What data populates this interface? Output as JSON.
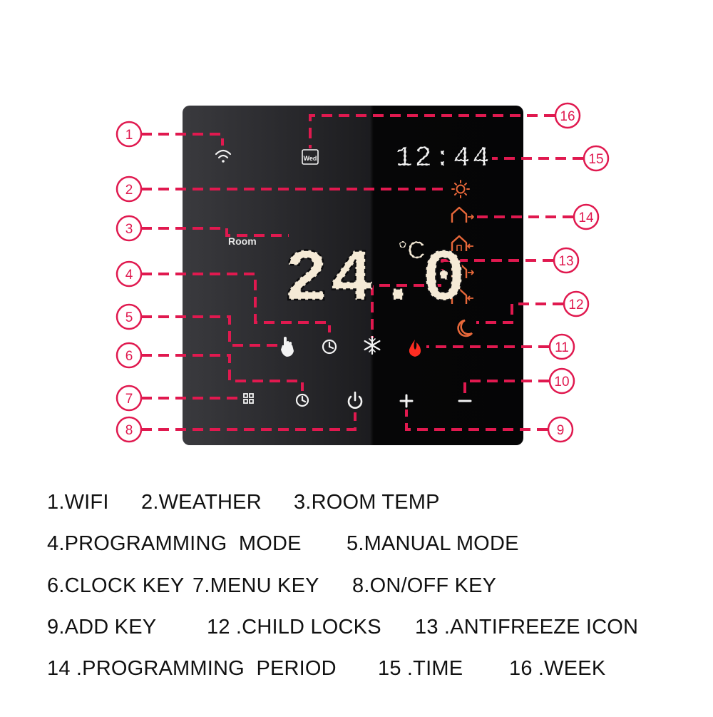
{
  "panel": {
    "day_badge": "Wed",
    "clock_time": "12:44",
    "room_label": "Room",
    "temperature": "24.0",
    "unit": "°C"
  },
  "callouts": [
    "1",
    "2",
    "3",
    "4",
    "5",
    "6",
    "7",
    "8",
    "9",
    "10",
    "11",
    "12",
    "13",
    "14",
    "15",
    "16"
  ],
  "legend": [
    [
      "1.WIFI",
      "2.WEATHER",
      "3.ROOM TEMP"
    ],
    [
      "4.PROGRAMMING  MODE",
      "5.MANUAL MODE"
    ],
    [
      "6.CLOCK KEY",
      "7.MENU KEY",
      "8.ON/OFF KEY"
    ],
    [
      "9.ADD KEY",
      "12 .CHILD LOCKS",
      "13 .ANTIFREEZE ICON"
    ],
    [
      "14 .PROGRAMMING  PERIOD",
      "15 .TIME",
      "16 .WEEK"
    ]
  ],
  "colors": {
    "panel": "#0b0b0d",
    "leader": "#e0194f",
    "digits": "#f5ead6",
    "mode_icon": "#e8683a",
    "flame": "#ff2d22"
  }
}
